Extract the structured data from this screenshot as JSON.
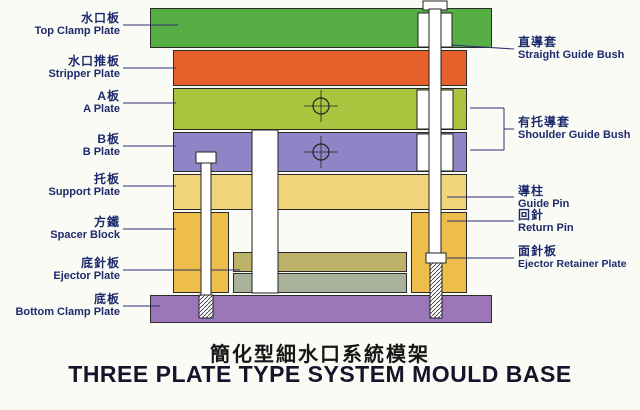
{
  "diagram": {
    "left_labels": [
      {
        "zh": "水口板",
        "en": "Top Clamp Plate"
      },
      {
        "zh": "水口推板",
        "en": "Stripper Plate"
      },
      {
        "zh": "A板",
        "en": "A Plate"
      },
      {
        "zh": "B板",
        "en": "B Plate"
      },
      {
        "zh": "托板",
        "en": "Support Plate"
      },
      {
        "zh": "方鐵",
        "en": "Spacer Block"
      },
      {
        "zh": "底針板",
        "en": "Ejector Plate"
      },
      {
        "zh": "底板",
        "en": "Bottom Clamp Plate"
      }
    ],
    "right_labels": [
      {
        "zh": "直導套",
        "en": "Straight Guide Bush"
      },
      {
        "zh": "有托導套",
        "en": "Shoulder Guide Bush"
      },
      {
        "zh": "導柱",
        "en": "Guide Pin"
      },
      {
        "zh": "回針",
        "en": "Return Pin"
      },
      {
        "zh": "面針板",
        "en": "Ejector Retainer Plate"
      }
    ],
    "colors": {
      "top_clamp_plate": "#57ae45",
      "stripper_plate": "#e7602b",
      "a_plate": "#abc43f",
      "b_plate": "#8d85c5",
      "support_plate": "#f2d57a",
      "spacer_block": "#edbf4a",
      "ejector_retainer_plate": "#bdb269",
      "ejector_plate": "#a9b39b",
      "bottom_clamp_plate": "#9b76b9"
    }
  },
  "titles": {
    "zh": "簡化型細水口系統模架",
    "en": "THREE PLATE TYPE SYSTEM MOULD BASE"
  }
}
